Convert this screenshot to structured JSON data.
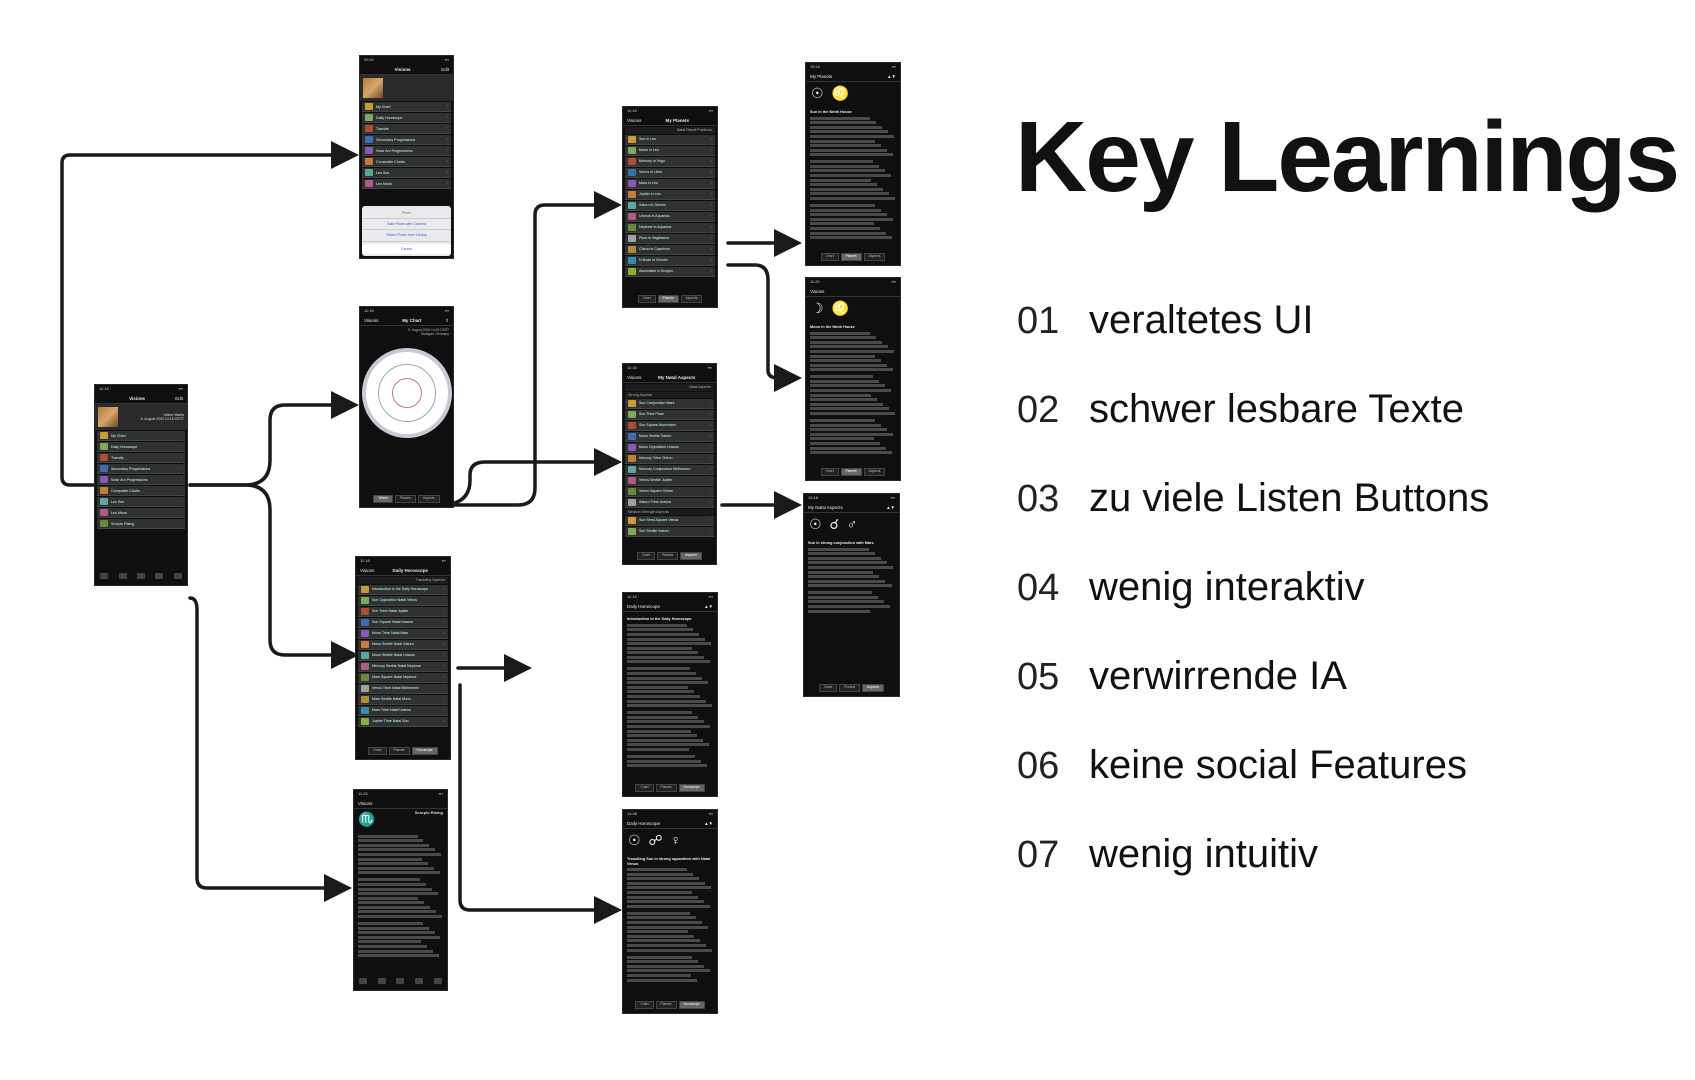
{
  "key_learnings": {
    "title": "Key Learnings",
    "items": [
      {
        "num": "01",
        "text": "veraltetes UI"
      },
      {
        "num": "02",
        "text": "schwer lesbare Texte"
      },
      {
        "num": "03",
        "text": "zu viele Listen Buttons"
      },
      {
        "num": "04",
        "text": "wenig interaktiv"
      },
      {
        "num": "05",
        "text": "verwirrende IA"
      },
      {
        "num": "06",
        "text": "keine social Features"
      },
      {
        "num": "07",
        "text": "wenig intuitiv"
      }
    ]
  },
  "screens": {
    "home": {
      "time": "11:16",
      "nav_left": "",
      "title": "Visions",
      "edit": "Edit",
      "profile_name": "Mister Martis",
      "profile_date": "5. August 2000 14:18 CEST",
      "menu": [
        "My Chart",
        "Daily Horoscope",
        "Transits",
        "Secondary Progressions",
        "Solar Arc Progressions",
        "Composite Charts",
        "Leo Sun",
        "Leo Moon",
        "Scorpio Rising"
      ]
    },
    "profile_sheet": {
      "time": "09:41",
      "title": "Visions",
      "edit": "Edit",
      "menu": [
        "My Chart",
        "Daily Horoscope",
        "Transits",
        "Secondary Progressions",
        "Solar Arc Progressions",
        "Composite Charts",
        "Leo Sun",
        "Leo Moon"
      ],
      "sheet_head": "Photo",
      "sheet_take": "Take Photo with Camera",
      "sheet_select": "Select Photo from Library",
      "sheet_cancel": "Cancel"
    },
    "chart": {
      "time": "11:16",
      "nav_left": "Visions",
      "title": "My Chart",
      "subtitle": "5. August 2000 14:18 CEST",
      "place": "Stuttgart, Germany",
      "tabs": [
        "Wheel",
        "Planets",
        "Aspects"
      ]
    },
    "daily": {
      "time": "11:16",
      "nav_left": "Visions",
      "title": "Daily Horoscope",
      "subtitle": "Transiting Aspects",
      "rows": [
        "Introduction to the Daily Horoscope",
        "Sun Opposition Natal Venus",
        "Sun Trine Natal Jupiter",
        "Sun Square Natal Uranus",
        "Moon Trine Natal Mars",
        "Moon Sextile Natal Saturn",
        "Moon Sextile Natal Uranus",
        "Mercury Sextile Natal Neptune",
        "Mars Square Natal Neptune",
        "Venus Trine Natal Midheaven",
        "Mars Sextile Natal Moon",
        "Mars Trine Natal Uranus",
        "Jupiter Trine Natal Sun"
      ],
      "tabs": [
        "Chart",
        "Planets",
        "Horoscope"
      ]
    },
    "scorpio": {
      "time": "11:26",
      "back": "Visions",
      "title": "Scorpio Rising",
      "glyph": "♏"
    },
    "planets": {
      "time": "11:16",
      "nav_left": "Visions",
      "title": "My Planets",
      "subtitle": "Natal Planet Positions",
      "rows": [
        "Sun in Leo",
        "Moon in Leo",
        "Mercury in Virgo",
        "Venus in Libra",
        "Mars in Leo",
        "Jupiter in Leo",
        "Saturn in Gemini",
        "Uranus in Aquarius",
        "Neptune in Aquarius",
        "Pluto in Sagittarius",
        "Chiron in Capricorn",
        "N.Node in Gemini",
        "Ascendant in Scorpio"
      ],
      "tabs": [
        "Chart",
        "Planets",
        "Aspects"
      ]
    },
    "aspects": {
      "time": "11:16",
      "nav_left": "Visions",
      "title": "My Natal Aspects",
      "subtitle": "Natal Aspects",
      "section_strong": "Strong Aspects",
      "section_medium": "Medium Strength Aspects",
      "rows": [
        "Sun Conjunction Mars",
        "Sun Trine Pluto",
        "Sun Square Ascendant",
        "Moon Sextile Saturn",
        "Moon Opposition Uranus",
        "Mercury Trine Chiron",
        "Mercury Conjunction Midheaven",
        "Venus Sextile Jupiter",
        "Venus Square Chiron",
        "Saturn Trine Uranus"
      ],
      "rows_medium": [
        "Sun Semi-Square Venus",
        "Sun Sextile Saturn"
      ],
      "tabs": [
        "Chart",
        "Planets",
        "Aspects"
      ]
    },
    "sun_house": {
      "time": "15:16",
      "back": "My Planets",
      "glyphs": "☉ ♌",
      "heading": "Sun in the Ninth House",
      "tabs": [
        "Chart",
        "Planets",
        "Aspects"
      ]
    },
    "moon_house": {
      "time": "11:20",
      "back": "Visions",
      "glyphs": "☽ ♌",
      "heading": "Moon in the Ninth House",
      "tabs": [
        "Chart",
        "Planets",
        "Aspects"
      ]
    },
    "sun_mars": {
      "time": "15:16",
      "back": "My Natal Aspects",
      "glyphs": "☉ ☌ ♂",
      "heading": "Sun in strong conjunction with Mars",
      "tabs": [
        "Chart",
        "Planets",
        "Aspects"
      ]
    },
    "intro_daily": {
      "time": "11:16",
      "back": "Daily Horoscope",
      "heading": "Introduction to the Daily Horoscope",
      "tabs": [
        "Chart",
        "Planets",
        "Horoscope"
      ]
    },
    "transit": {
      "time": "14:48",
      "back": "Daily Horoscope",
      "glyphs": "☉ ☍ ♀",
      "heading": "Transiting Sun in strong opposition with Natal Venus",
      "tabs": [
        "Chart",
        "Planets",
        "Horoscope"
      ]
    }
  },
  "colors": {
    "background": "#ffffff",
    "arrow": "#1a1a1a",
    "phone_bg": "#0f0f10",
    "row_bg": "#2f3230",
    "icon_colors": [
      "#c99a3a",
      "#7fa85a",
      "#b04a3a",
      "#3a6fb0",
      "#8a5ab0",
      "#c97a3a",
      "#5aa89a",
      "#b05a8a",
      "#6a8a3a",
      "#a0a0a0",
      "#b08a3a",
      "#3a8ab0",
      "#8ab03a"
    ]
  }
}
